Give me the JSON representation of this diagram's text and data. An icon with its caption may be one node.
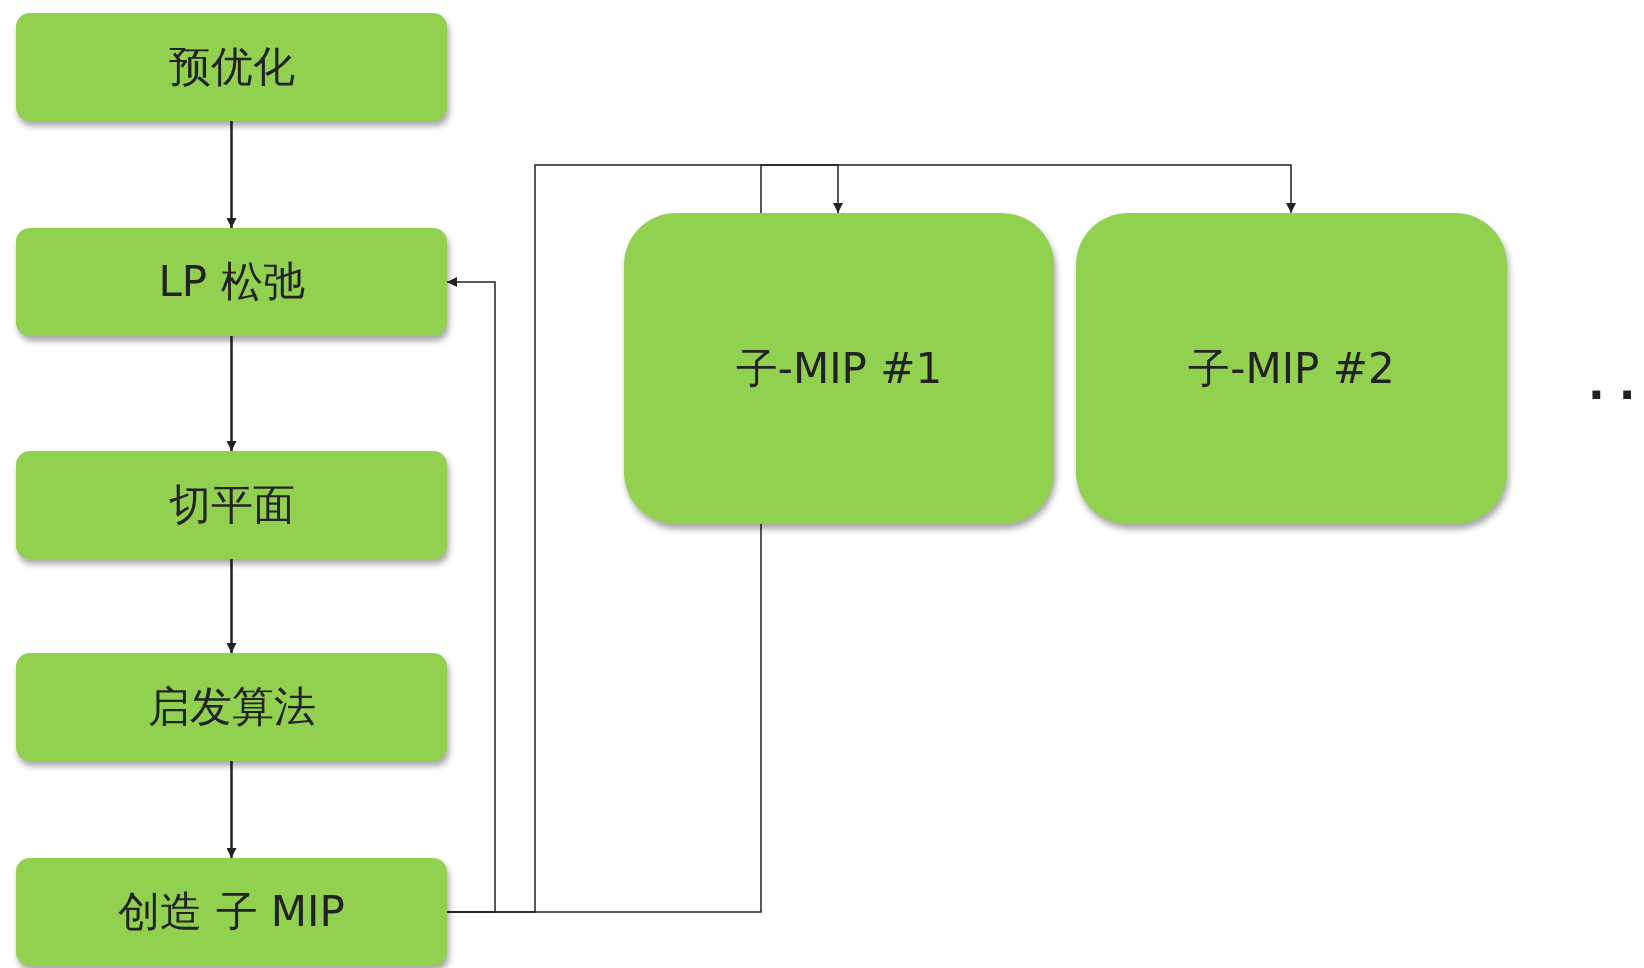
{
  "diagram": {
    "nodes": [
      {
        "text": [
          "预优化"
        ]
      },
      {
        "text": [
          "LP 松弛"
        ]
      },
      {
        "text": [
          "切平面"
        ]
      },
      {
        "text": [
          "启发算法"
        ]
      },
      {
        "text": [
          "创造 子 MIP"
        ]
      },
      {
        "text": [
          "子-MIP #1"
        ]
      },
      {
        "text": [
          "子-MIP #2"
        ]
      }
    ],
    "edges": [
      {
        "from": 0,
        "to": 1,
        "arrow": "to"
      },
      {
        "from": 1,
        "to": 2,
        "arrow": "to"
      },
      {
        "from": 2,
        "to": 3,
        "arrow": "to"
      },
      {
        "from": 3,
        "to": 4,
        "arrow": "to"
      },
      {
        "from": 4,
        "to": 1,
        "arrow": "to"
      },
      {
        "from": 4,
        "to": 5,
        "arrow": "to"
      },
      {
        "from": 4,
        "to": 6,
        "arrow": "to"
      }
    ],
    "labels": [
      ".."
    ]
  }
}
